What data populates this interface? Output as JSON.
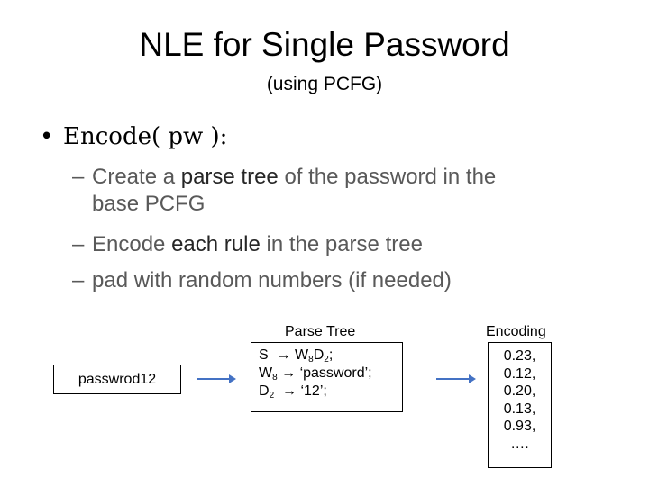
{
  "slide": {
    "title": "NLE for Single Password",
    "subtitle": "(using PCFG)",
    "bullet": "Encode( pw ):",
    "subpoints": {
      "p1_prefix": "Create a ",
      "p1_highlight": "parse tree",
      "p1_suffix": " of the password in the",
      "p1_line2": "base PCFG",
      "p2_prefix": "Encode ",
      "p2_highlight": "each rule",
      "p2_suffix": " in the parse tree",
      "p3": "pad with random numbers (if needed)"
    }
  },
  "diagram": {
    "parse_tree_label": "Parse Tree",
    "encoding_label": "Encoding",
    "password": "passwrod12",
    "rules": {
      "r1_lhs": "S",
      "r1_rhs_a": "W",
      "r1_rhs_a_sub": "8",
      "r1_rhs_b": "D",
      "r1_rhs_b_sub": "2",
      "r1_end": ";",
      "r2_lhs": "W",
      "r2_lhs_sub": "8",
      "r2_rhs": "‘password’;",
      "r3_lhs": "D",
      "r3_lhs_sub": "2",
      "r3_rhs": "‘12’;"
    },
    "encodings": [
      "0.23,",
      "0.12,",
      "0.20,",
      "0.13,",
      "0.93,",
      "…."
    ],
    "arrow_color": "#4472c4"
  }
}
